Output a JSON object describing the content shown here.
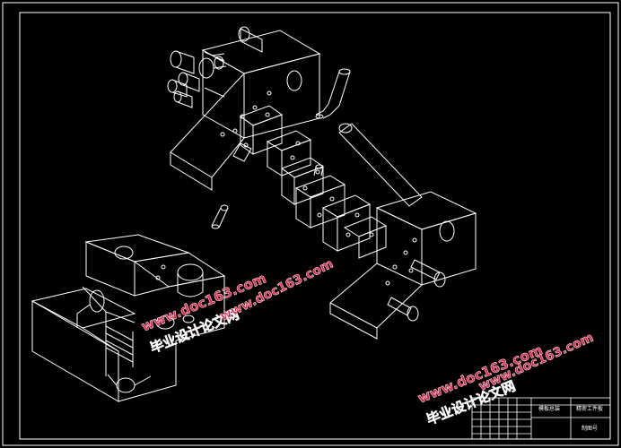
{
  "title_block": {
    "cell_1": "模板总装",
    "cell_2": "精密工件板",
    "cell_3": "制图号"
  },
  "watermarks": [
    {
      "brand": "毕业设计论文网",
      "url": "www.doc163.com"
    },
    {
      "brand": "毕业设计论文网",
      "url": "www.doc163.com"
    },
    {
      "brand": "",
      "url": "www.doc163.com"
    }
  ],
  "colors": {
    "background": "#000000",
    "line": "#ffffff",
    "watermark": "#e8234a"
  }
}
